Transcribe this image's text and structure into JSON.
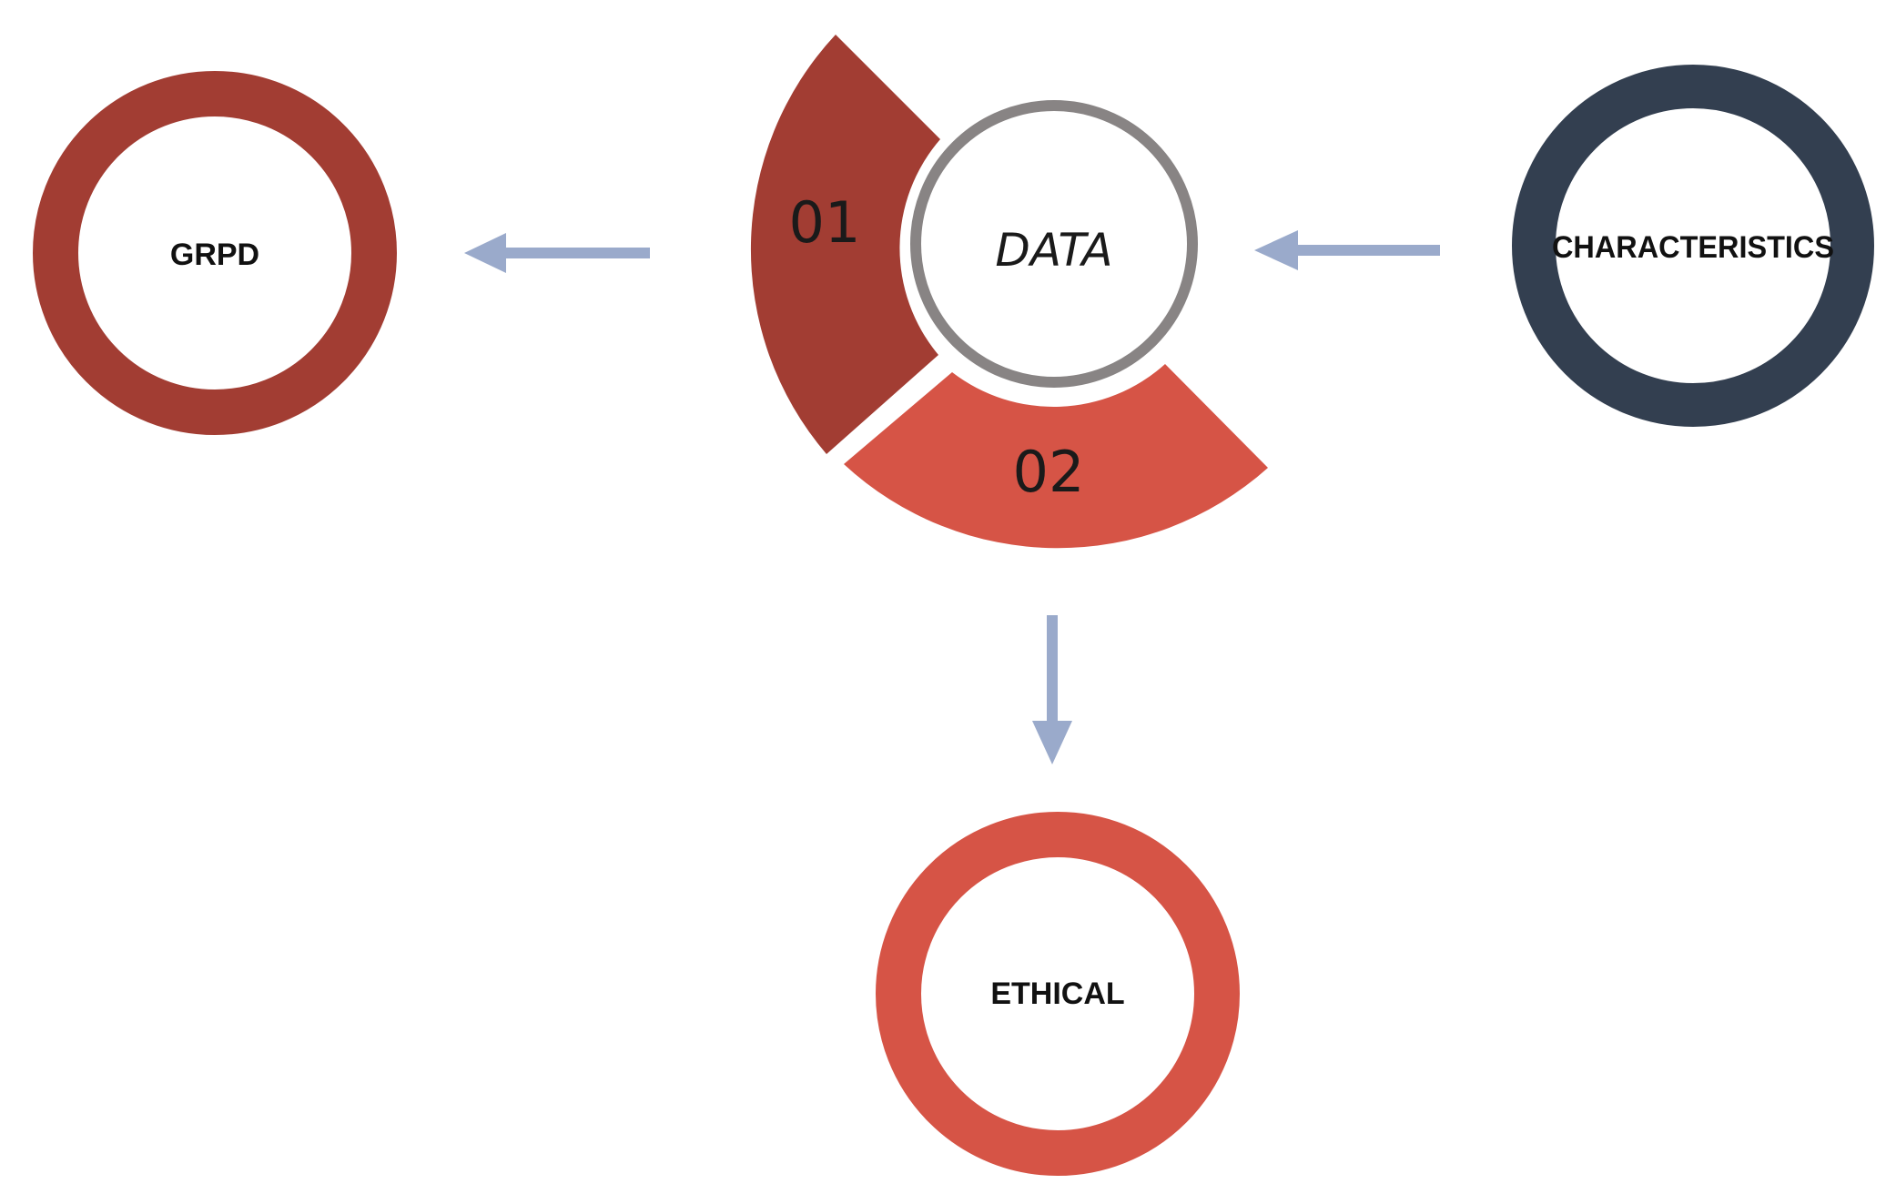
{
  "colors": {
    "dark_red": "#A23D33",
    "coral": "#D65446",
    "navy": "#333F50",
    "gray": "#888484",
    "arrow": "#9AAACB"
  },
  "center": {
    "label": "DATA",
    "segments": [
      {
        "number": "01"
      },
      {
        "number": "02"
      }
    ]
  },
  "nodes": {
    "left": {
      "label": "GRPD"
    },
    "right": {
      "label": "CHARACTERISTICS"
    },
    "bottom": {
      "label": "ETHICAL"
    }
  }
}
